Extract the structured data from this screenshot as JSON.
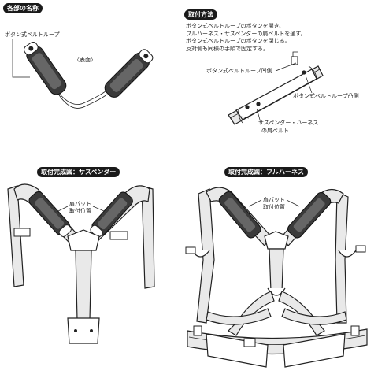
{
  "parts": {
    "title": "各部の名称",
    "belt_loop_label": "ボタン式ベルトループ",
    "front_label": "〈表面〉"
  },
  "mount": {
    "title": "取付方法",
    "instructions": [
      "ボタン式ベルトループのボタンを開き、",
      "フルハーネス・サスペンダーの肩ベルトを通す。",
      "ボタン式ベルトループのボタンを閉じる。",
      "反対側も同様の手順で固定する。"
    ],
    "concave_label": "ボタン式ベルトループ凹側",
    "convex_label": "ボタン式ベルトループ凸側",
    "shoulder_label_1": "サスペンダー・ハーネス",
    "shoulder_label_2": "の肩ベルト"
  },
  "suspender": {
    "title": "取付完成図：サスペンダー",
    "pad_label_1": "肩パット",
    "pad_label_2": "取付位置"
  },
  "harness": {
    "title": "取付完成図：フルハーネス",
    "pad_label_1": "肩パット",
    "pad_label_2": "取付位置"
  }
}
